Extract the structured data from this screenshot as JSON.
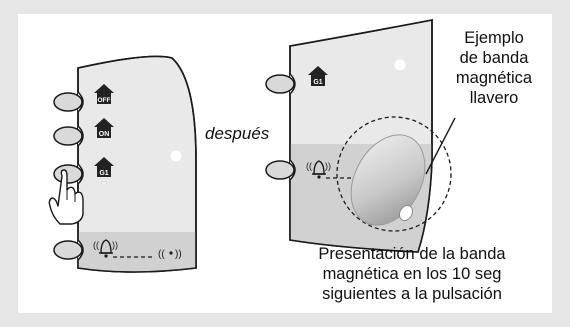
{
  "connector_label": "después",
  "example_label": {
    "lines": [
      "Ejemplo",
      "de banda",
      "magnética",
      "llavero"
    ]
  },
  "caption": {
    "lines": [
      "Presentación de la banda",
      "magnética en los 10 seg",
      "siguientes a la pulsación"
    ]
  },
  "left_remote": {
    "buttons": [
      {
        "icon": "house-off-icon",
        "text": "OFF"
      },
      {
        "icon": "house-on-icon",
        "text": "ON"
      },
      {
        "icon": "house-g1-icon",
        "text": "G1"
      },
      {
        "icon": "bell-icon",
        "text": ""
      }
    ]
  },
  "right_remote": {
    "buttons": [
      {
        "icon": "house-g1-icon",
        "text": "G1"
      },
      {
        "icon": "bell-icon",
        "text": ""
      }
    ]
  },
  "colors": {
    "remote_fill": "#e9e9e9",
    "bottom_band": "#d1d1d1",
    "outline": "#1a1a1a",
    "fob": "#cfcfcf",
    "background": "#e6e6e6"
  }
}
